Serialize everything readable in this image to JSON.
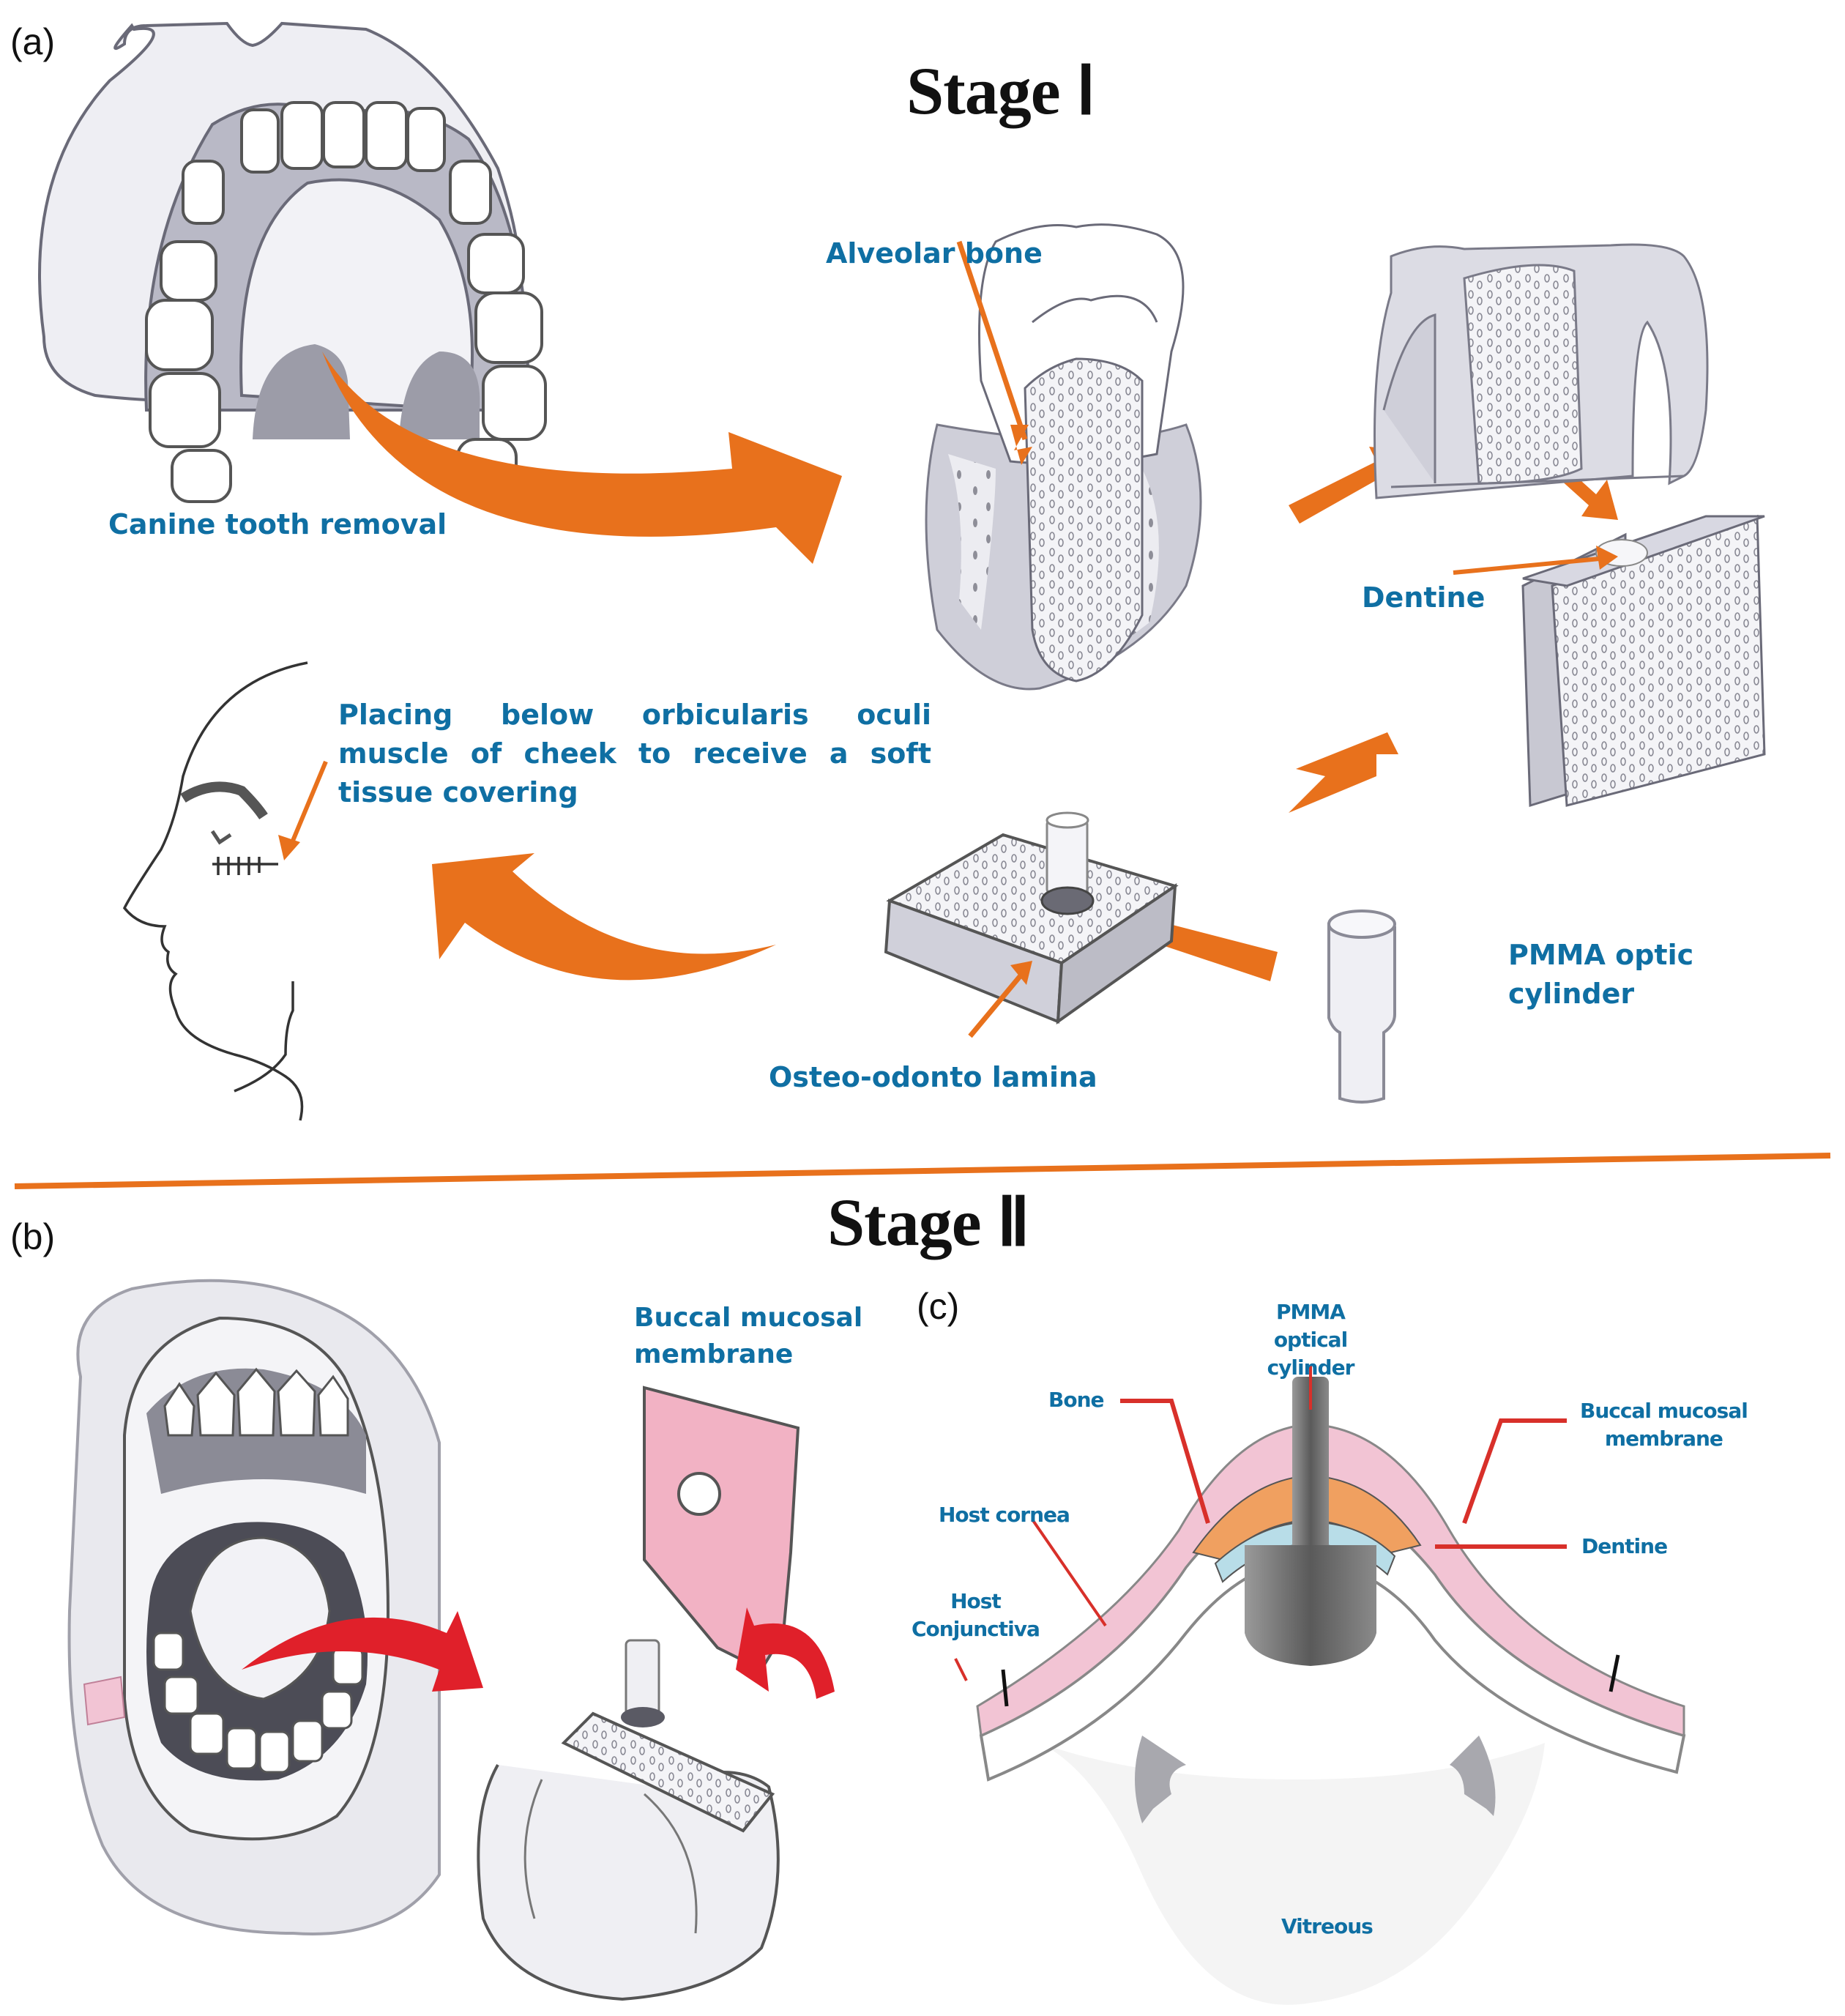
{
  "figure": {
    "panels": {
      "a": "(a)",
      "b": "(b)",
      "c": "(c)"
    },
    "stage1": {
      "title": "Stage Ⅰ",
      "labels": {
        "canine_tooth_removal": "Canine tooth removal",
        "alveolar_bone": "Alveolar bone",
        "dentine": "Dentine",
        "placing_line1": "Placing below orbicularis oculi",
        "placing_line2": "muscle of cheek to receive a soft",
        "placing_line3": "tissue covering",
        "osteo_odonto_lamina": "Osteo-odonto lamina",
        "pmma_line1": "PMMA optic",
        "pmma_line2": "cylinder"
      }
    },
    "stage2": {
      "title": "Stage Ⅱ",
      "panel_b": {
        "buccal_line1": "Buccal mucosal",
        "buccal_line2": "membrane"
      },
      "panel_c": {
        "pmma_line1": "PMMA optical",
        "pmma_line2": "cylinder",
        "bone": "Bone",
        "buccal_line1": "Buccal mucosal",
        "buccal_line2": "membrane",
        "host_cornea": "Host cornea",
        "dentine": "Dentine",
        "host_conj_line1": "Host",
        "host_conj_line2": "Conjunctiva",
        "vitreous": "Vitreous"
      }
    },
    "colors": {
      "label_blue": "#0f6fa3",
      "arrow_orange": "#e8711c",
      "arrow_red": "#e0202a",
      "mucosa_pink": "#f2c4d4",
      "bone_orange": "#f0a060",
      "dentine_blue": "#b8dde8",
      "cylinder_gray": "#6e6e6e",
      "divider_orange": "#e8711c"
    }
  }
}
